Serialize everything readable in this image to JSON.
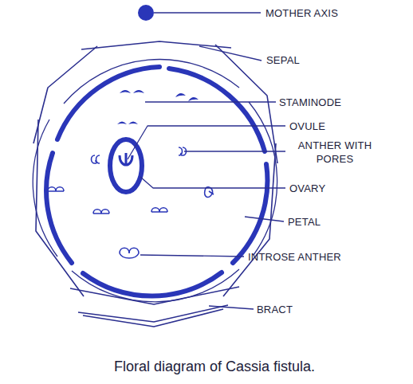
{
  "diagram": {
    "caption": "Floral diagram of Cassia fistula.",
    "labels": [
      "MOTHER AXIS",
      "SEPAL",
      "STAMINODE",
      "OVULE",
      "ANTHER WITH PORES",
      "OVARY",
      "PETAL",
      "INTROSE ANTHER",
      "BRACT"
    ]
  }
}
